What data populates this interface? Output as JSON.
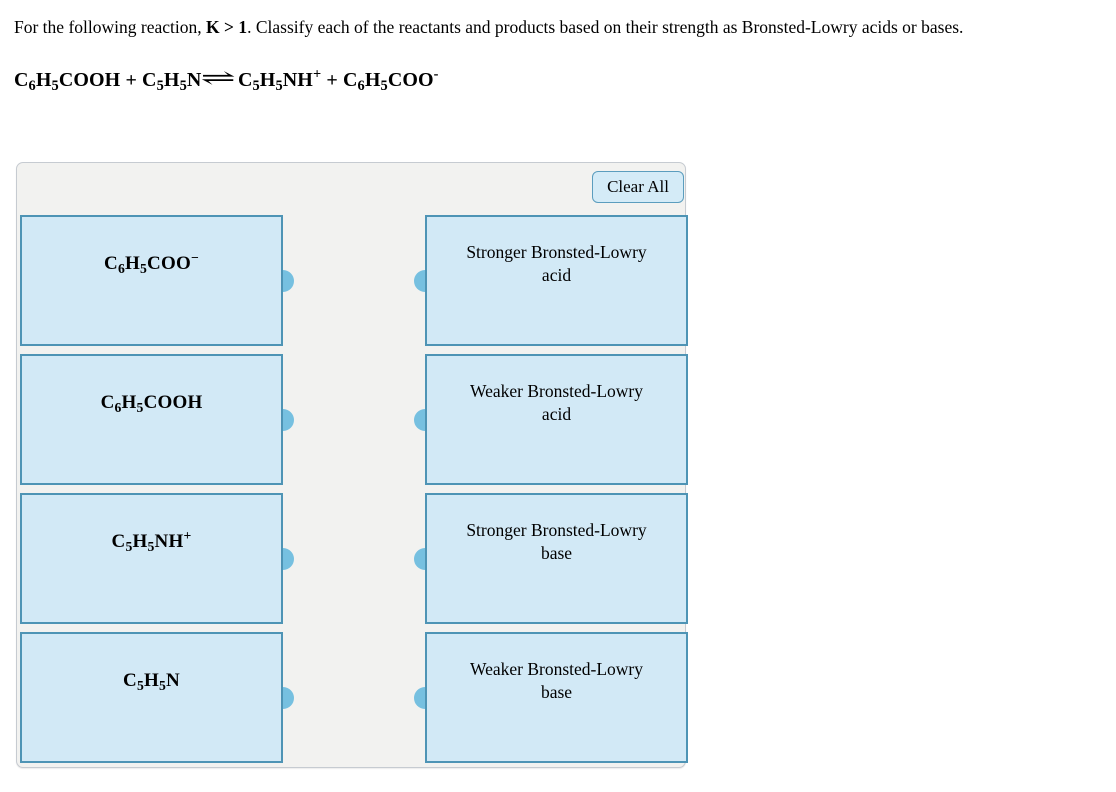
{
  "question": {
    "prefix": "For the following reaction, ",
    "emphasis": "K > 1",
    "suffix": ". Classify each of the reactants and products based on their strength as Bronsted-Lowry acids or bases."
  },
  "equation": {
    "reactant1": "C6H5COOH",
    "plus1": "+",
    "reactant2": "C5H5N",
    "arrow": "⇌",
    "product1": "C5H5NH+",
    "plus2": "+",
    "product2": "C6H5COO-",
    "parts": {
      "r1_c": "C",
      "r1_6": "6",
      "r1_h": "H",
      "r1_5": "5",
      "r1_rest": "COOH",
      "r2_c": "C",
      "r2_5a": "5",
      "r2_h": "H",
      "r2_5b": "5",
      "r2_n": "N",
      "p1_c": "C",
      "p1_5a": "5",
      "p1_h": "H",
      "p1_5b": "5",
      "p1_nh": "NH",
      "p1_charge": "+",
      "p2_c": "C",
      "p2_6": "6",
      "p2_h": "H",
      "p2_5": "5",
      "p2_rest": "COO",
      "p2_charge": "-"
    }
  },
  "widget": {
    "clear_all_label": "Clear All",
    "left_items": [
      {
        "formula": "C6H5COO-",
        "base": "C",
        "sub1": "6",
        "mid": "H",
        "sub2": "5",
        "tail": "COO",
        "sup": "−"
      },
      {
        "formula": "C6H5COOH",
        "base": "C",
        "sub1": "6",
        "mid": "H",
        "sub2": "5",
        "tail": "COOH",
        "sup": ""
      },
      {
        "formula": "C5H5NH+",
        "base": "C",
        "sub1": "5",
        "mid": "H",
        "sub2": "5",
        "tail": "NH",
        "sup": "+"
      },
      {
        "formula": "C5H5N",
        "base": "C",
        "sub1": "5",
        "mid": "H",
        "sub2": "5",
        "tail": "N",
        "sup": ""
      }
    ],
    "right_items": [
      {
        "line1": "Stronger Bronsted-Lowry",
        "line2": "acid"
      },
      {
        "line1": "Weaker Bronsted-Lowry",
        "line2": "acid"
      },
      {
        "line1": "Stronger Bronsted-Lowry",
        "line2": "base"
      },
      {
        "line1": "Weaker Bronsted-Lowry",
        "line2": "base"
      }
    ]
  },
  "colors": {
    "card_fill": "#d2e9f6",
    "card_border": "#4e94b5",
    "panel_bg": "#f2f2f0",
    "panel_border": "#c6cbd1",
    "nub": "#76c0e0",
    "button_fill": "#d4ebf7"
  }
}
